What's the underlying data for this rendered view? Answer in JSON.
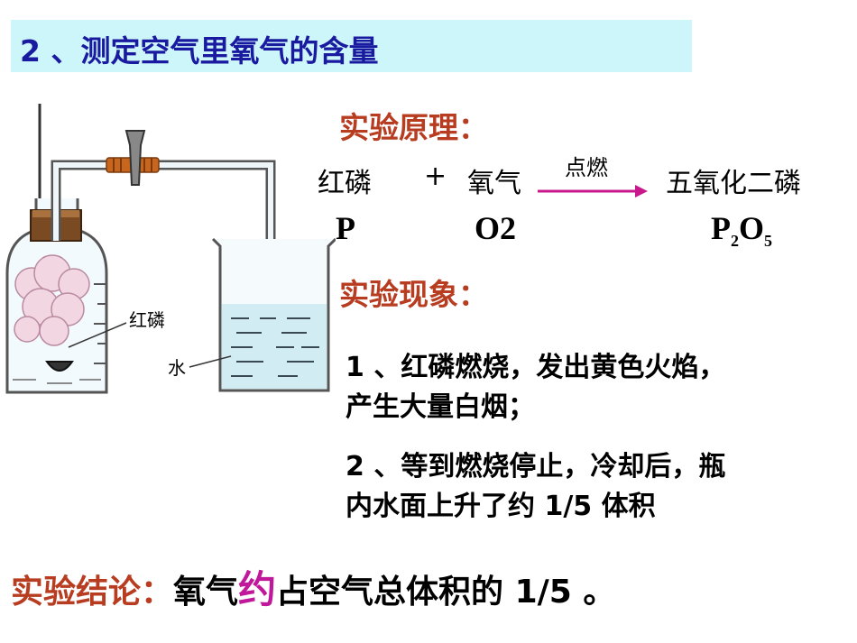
{
  "title": "2 、测定空气里氧气的含量",
  "principle": {
    "heading": "实验原理：",
    "reactant1": "红磷",
    "plus": "+",
    "reactant2": "氧气",
    "condition": "点燃",
    "product": "五氧化二磷",
    "formula_p": "P",
    "formula_o2": "O2",
    "formula_p2o5_p": "P",
    "formula_p2o5_psub": "2",
    "formula_p2o5_o": "O",
    "formula_p2o5_osub": "5"
  },
  "phenomenon": {
    "heading": "实验现象：",
    "item1_line1": "1 、红磷燃烧，发出黄色火焰，",
    "item1_line2": "产生大量白烟；",
    "item2_line1": "2 、等到燃烧停止，冷却后，瓶",
    "item2_line2": "内水面上升了约 1/5 体积"
  },
  "apparatus": {
    "label_phosphorus": "红磷",
    "label_water": "水"
  },
  "conclusion": {
    "label": "实验结论：",
    "part1": "氧气",
    "emphasis": "约",
    "part2": "占空气总体积的 1/5 。"
  },
  "colors": {
    "title_background": "#cdf6fb",
    "title_text": "#1a1aa0",
    "heading": "#b83c20",
    "emphasis": "#c0189a",
    "arrow": "#c8188c"
  }
}
